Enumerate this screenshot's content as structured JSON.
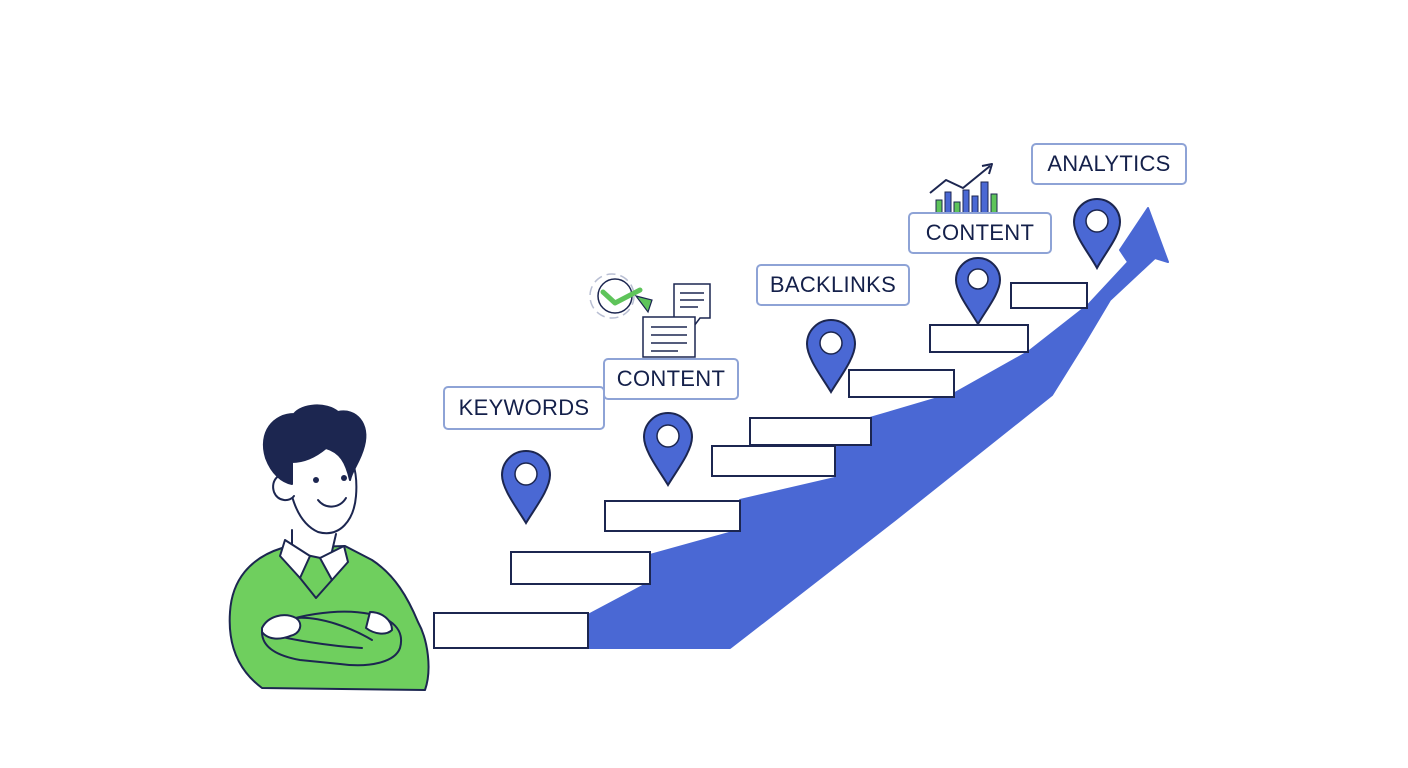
{
  "labels": {
    "keywords": "KEYWORDS",
    "content_1": "CONTENT",
    "backlinks": "BACKLINKS",
    "content_2": "CONTENT",
    "analytics": "ANALYTICS"
  },
  "colors": {
    "arrow_blue": "#4a68d4",
    "pin_blue": "#4a68d4",
    "outline_navy": "#1c2650",
    "shirt_green": "#6fcf5e",
    "accent_green": "#5ec45a",
    "label_border": "#8ea3d6",
    "label_text": "#14204a"
  },
  "icons": [
    "map-pin-icon",
    "target-check-icon",
    "document-icon",
    "chat-bubble-icon",
    "bar-chart-trend-icon",
    "growth-arrow-icon"
  ]
}
